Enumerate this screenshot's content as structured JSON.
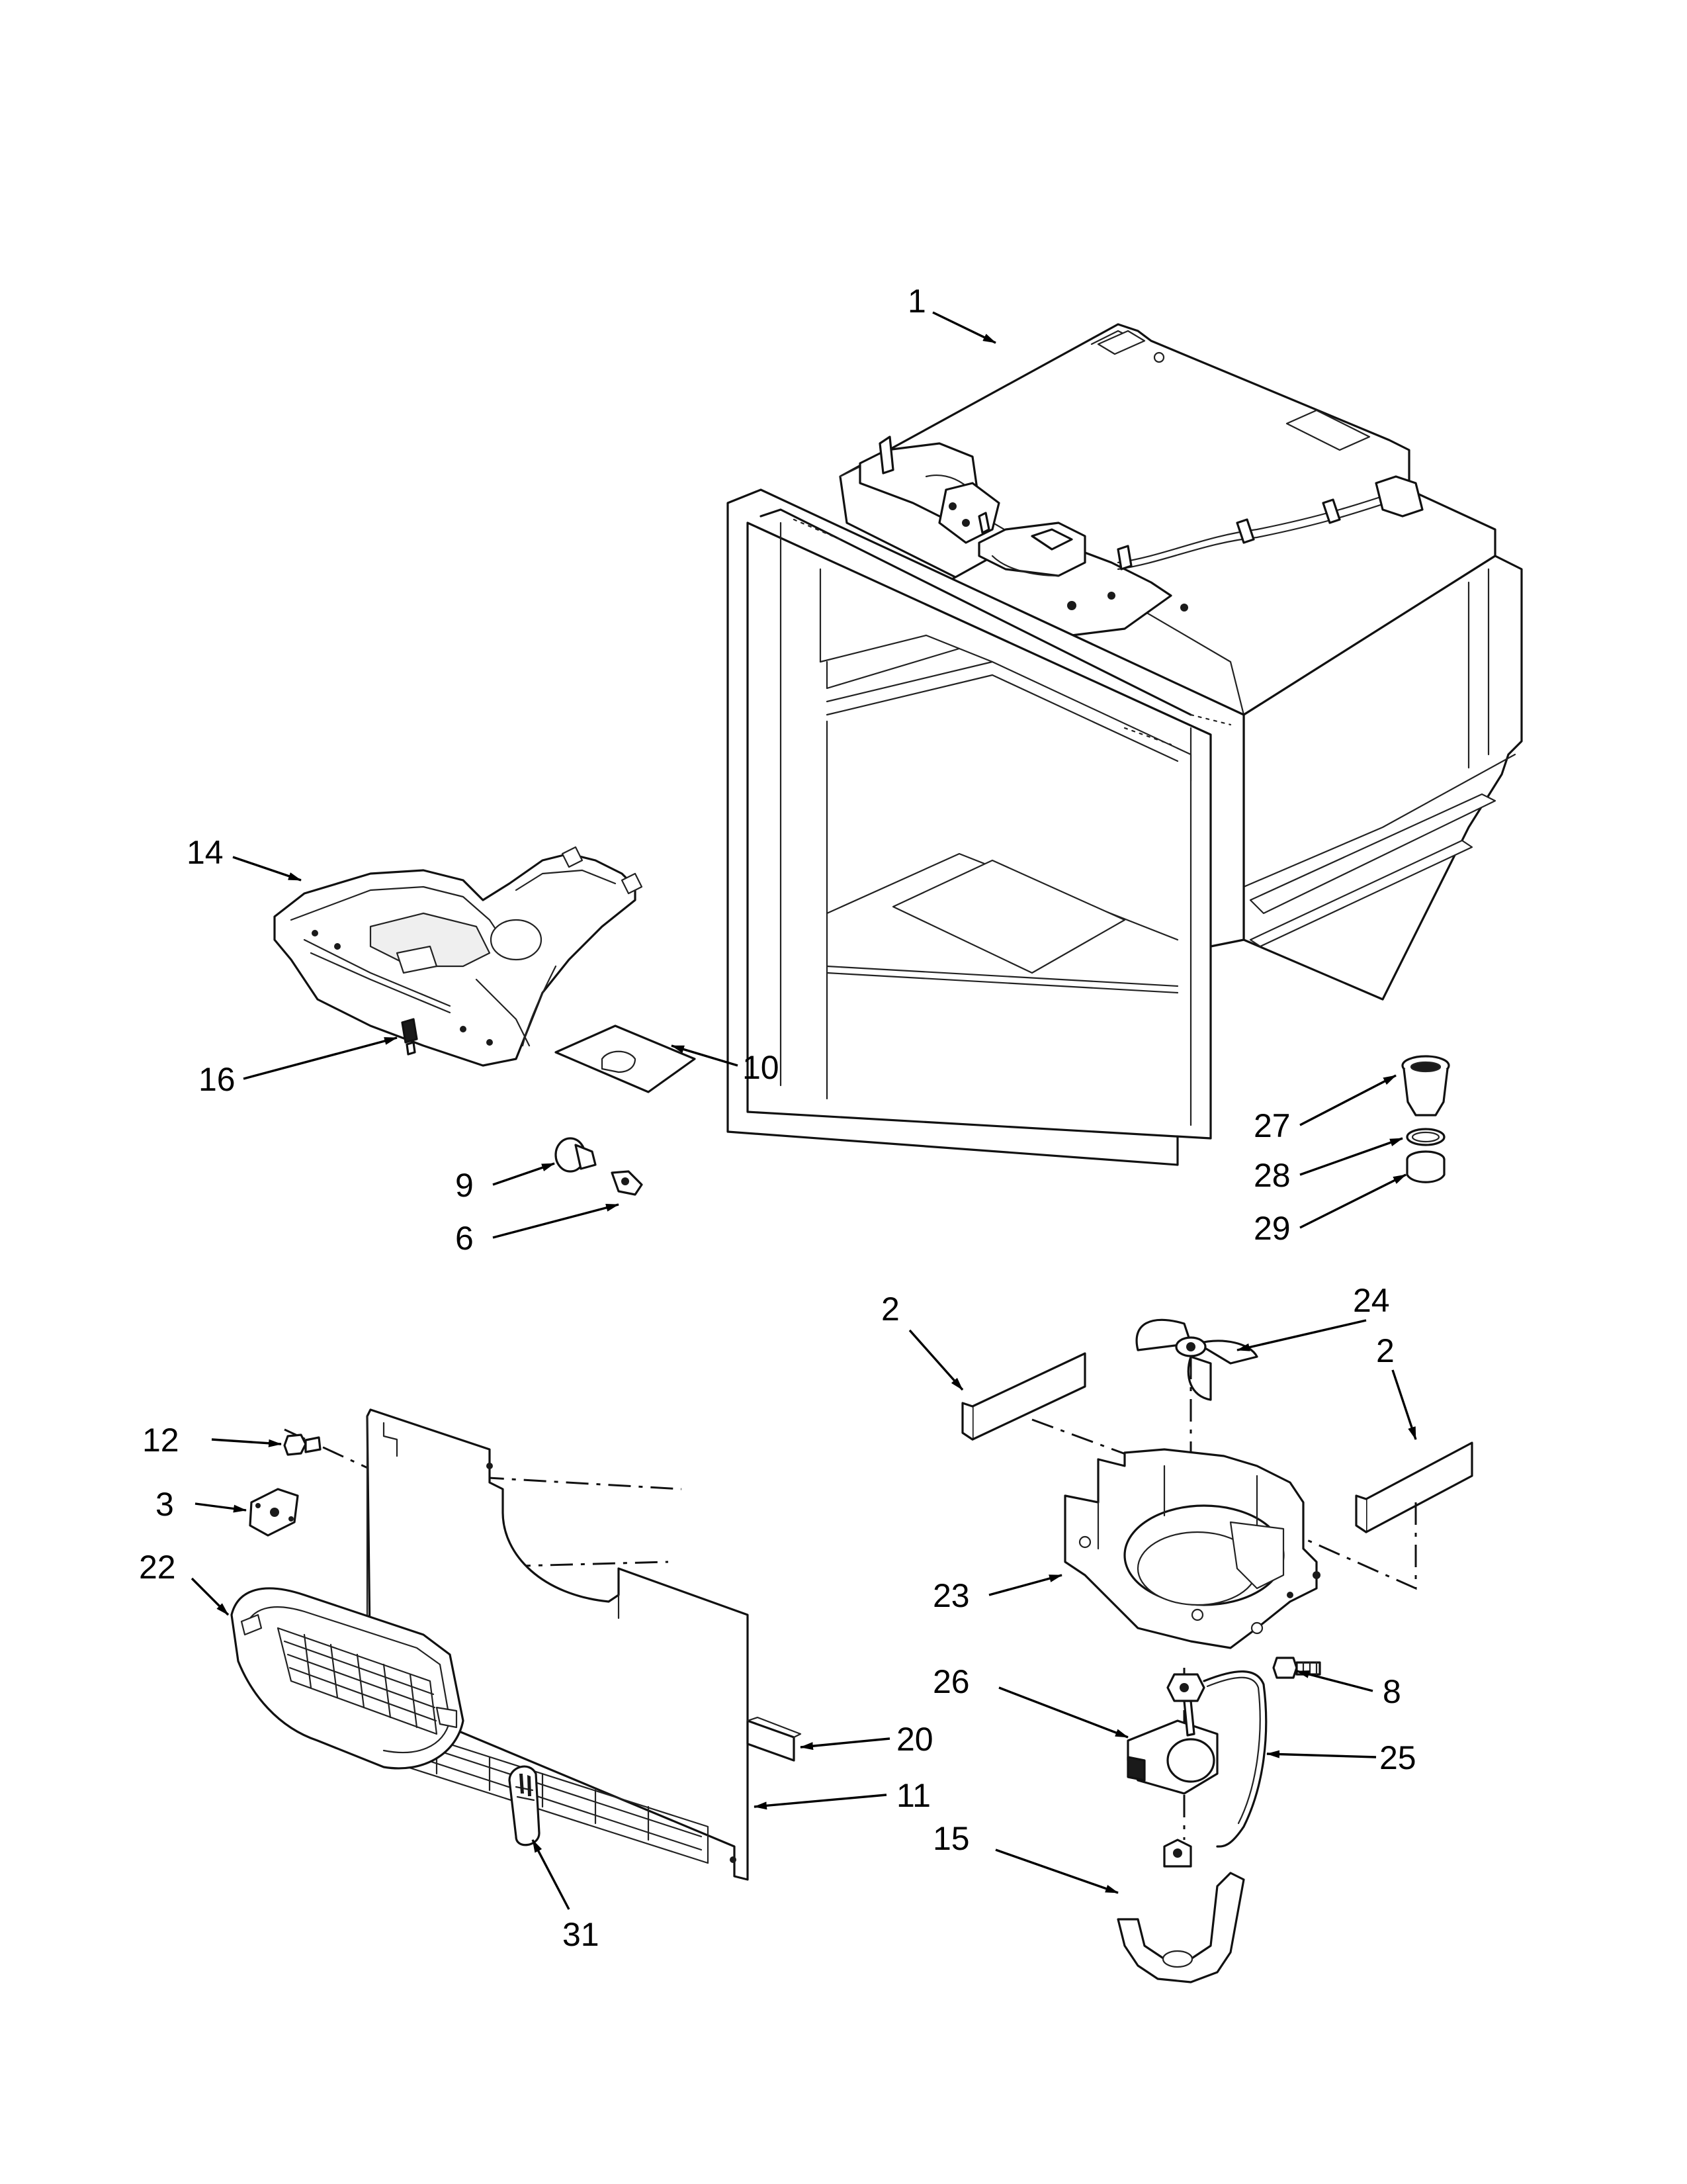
{
  "callouts": {
    "c1": "1",
    "c2a": "2",
    "c2b": "2",
    "c3": "3",
    "c6": "6",
    "c8": "8",
    "c9": "9",
    "c10": "10",
    "c11": "11",
    "c12": "12",
    "c14": "14",
    "c15": "15",
    "c16": "16",
    "c20": "20",
    "c22": "22",
    "c23": "23",
    "c24": "24",
    "c25": "25",
    "c26": "26",
    "c27": "27",
    "c28": "28",
    "c29": "29",
    "c31": "31"
  }
}
